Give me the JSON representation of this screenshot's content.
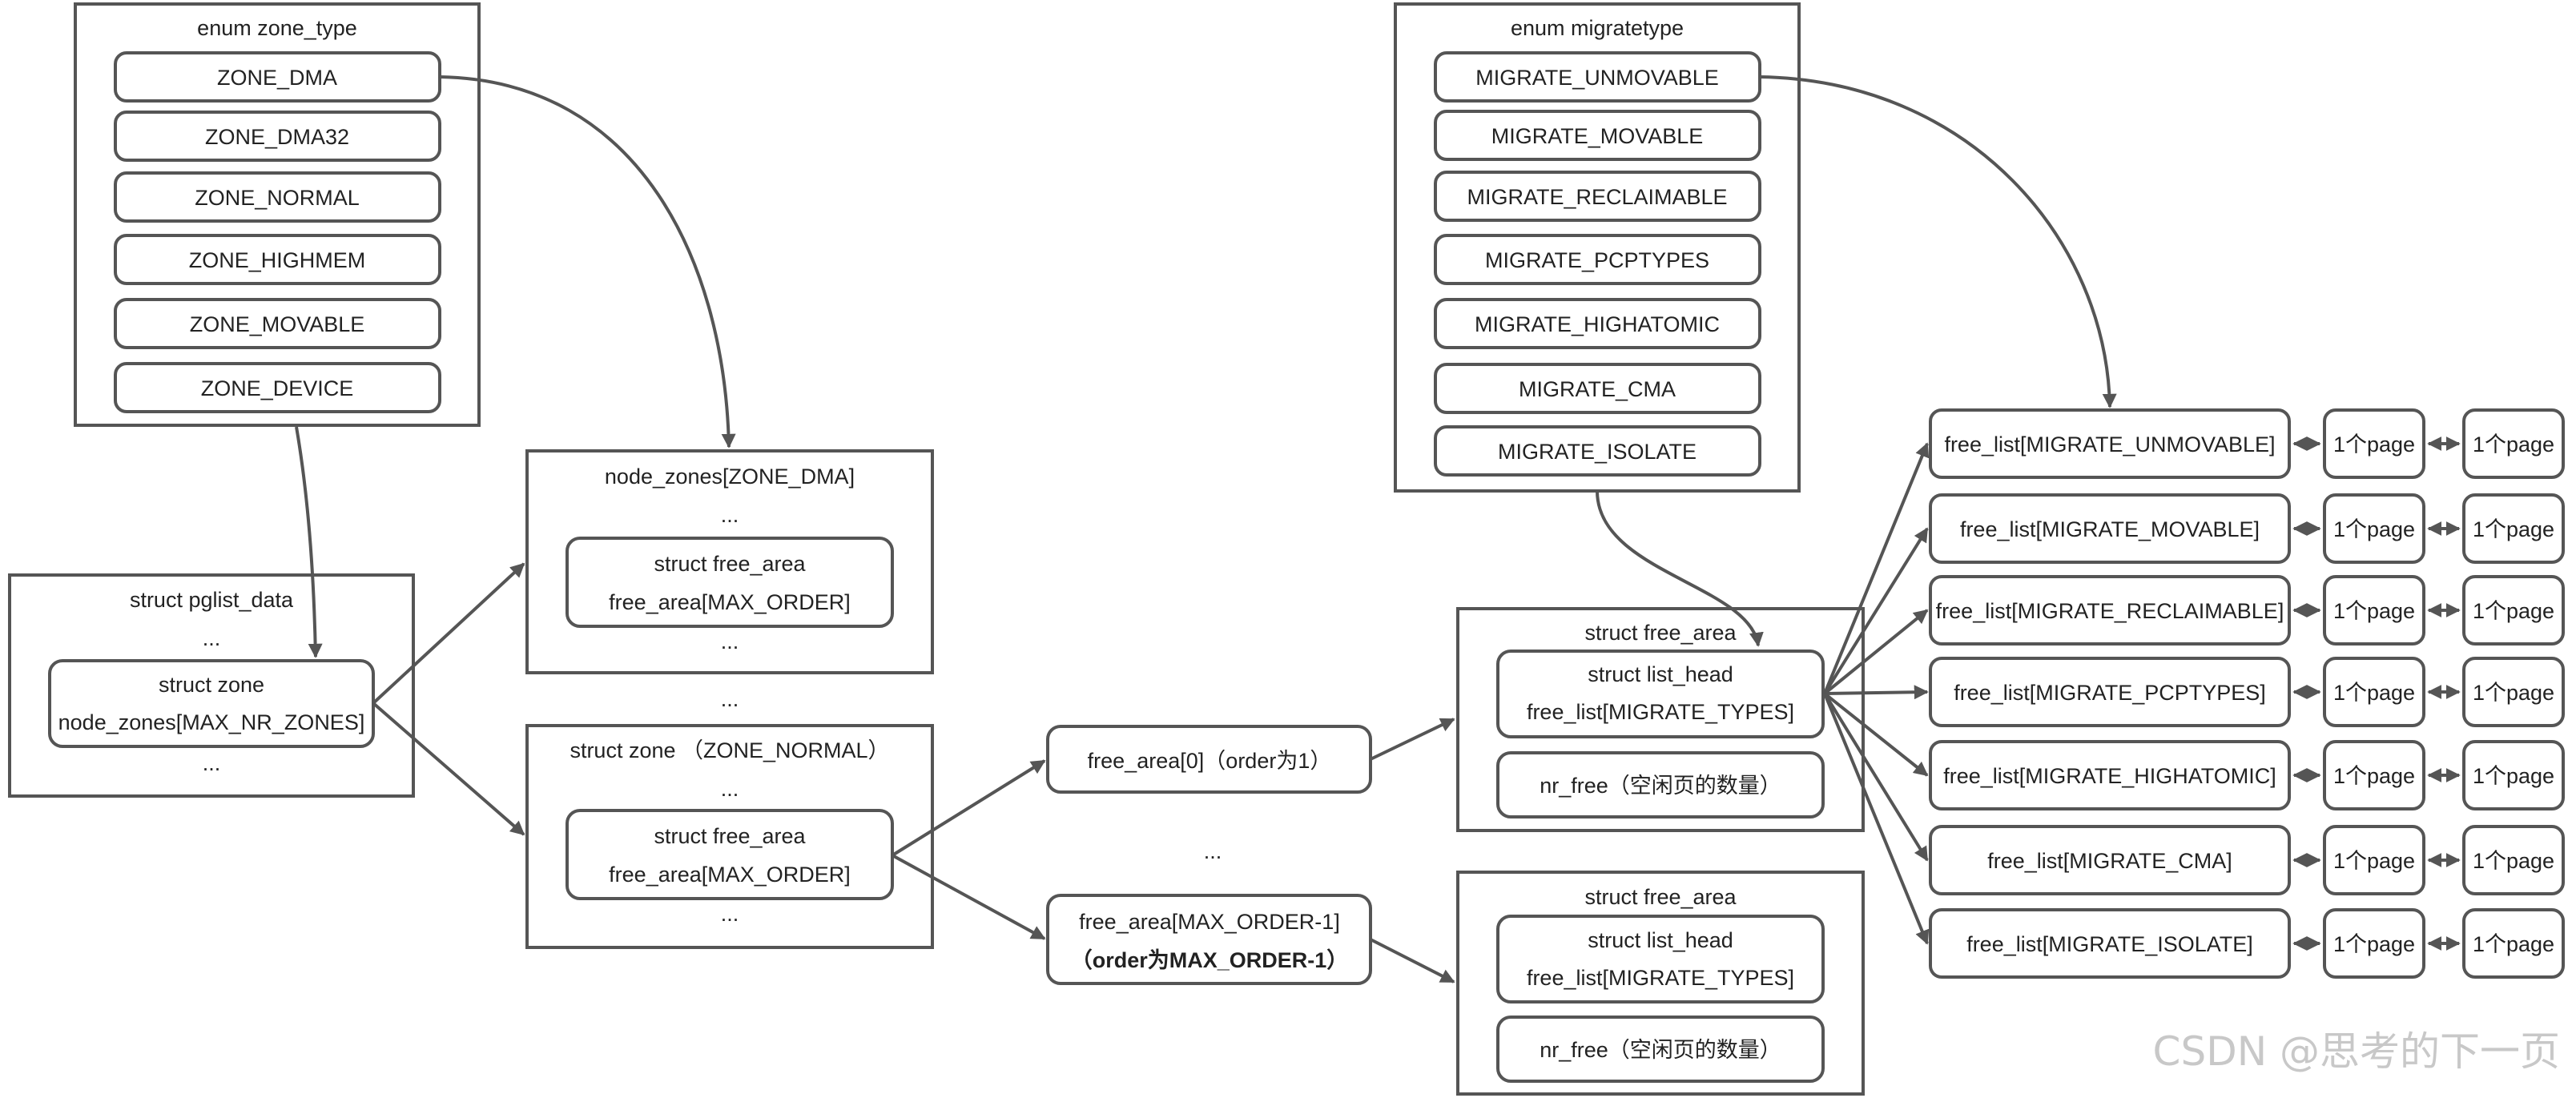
{
  "zone_type": {
    "title": "enum zone_type",
    "items": [
      "ZONE_DMA",
      "ZONE_DMA32",
      "ZONE_NORMAL",
      "ZONE_HIGHMEM",
      "ZONE_MOVABLE",
      "ZONE_DEVICE"
    ]
  },
  "migratetype": {
    "title": "enum migratetype",
    "items": [
      "MIGRATE_UNMOVABLE",
      "MIGRATE_MOVABLE",
      "MIGRATE_RECLAIMABLE",
      "MIGRATE_PCPTYPES",
      "MIGRATE_HIGHATOMIC",
      "MIGRATE_CMA",
      "MIGRATE_ISOLATE"
    ]
  },
  "pglist": {
    "title": "struct pglist_data",
    "ellipsis": "...",
    "zone_line1": "struct zone",
    "zone_line2_pre": "node_zones[",
    "zone_line2_bold": "MAX_NR_ZONES",
    "zone_line2_post": "]"
  },
  "node_dma": {
    "title_pre": "node_zones[",
    "title_bold": "ZONE_DMA",
    "title_post": "]",
    "ellipsis": "...",
    "fa_line1": "struct free_area",
    "fa_line2_pre": "free_area[",
    "fa_line2_bold": "MAX_ORDER",
    "fa_line2_post": "]"
  },
  "between_zones": "...",
  "zone_normal": {
    "title_pre": "struct zone ",
    "title_bold": "（ZONE_NORMAL）",
    "ellipsis": "...",
    "fa_line1": "struct free_area",
    "fa_line2_pre": "free_area[",
    "fa_line2_bold": "MAX_ORDER",
    "fa_line2_post": "]"
  },
  "fa0": {
    "pre": "free_area[",
    "bold": "0",
    "post": "]",
    "note": "（order为1）"
  },
  "between_fa": "...",
  "fa_last": {
    "pre": "free_area[",
    "bold": "MAX_ORDER-1",
    "post": "]",
    "note": "（order为MAX_ORDER-1）"
  },
  "free_area_struct": {
    "title": "struct free_area",
    "lh_line1": "struct list_head",
    "lh_line2_pre": "free_list[",
    "lh_line2_bold": "MIGRATE_TYPES",
    "lh_line2_post": "]",
    "nr_pre": "nr_free",
    "nr_bold": "（空闲页的数量）"
  },
  "free_lists": {
    "prefix": "free_list[",
    "suffix": "]",
    "items": [
      "MIGRATE_UNMOVABLE",
      "MIGRATE_MOVABLE",
      "MIGRATE_RECLAIMABLE",
      "MIGRATE_PCPTYPES",
      "MIGRATE_HIGHATOMIC",
      "MIGRATE_CMA",
      "MIGRATE_ISOLATE"
    ],
    "page_label": "1个page"
  },
  "watermark": "CSDN @思考的下一页"
}
